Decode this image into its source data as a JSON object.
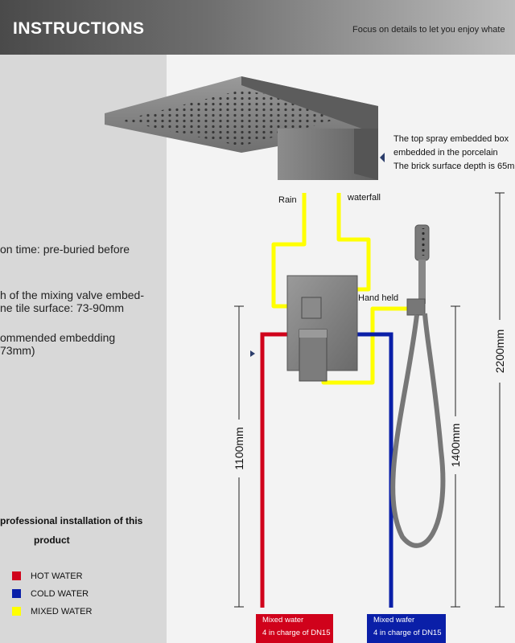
{
  "header": {
    "title": "INSTRUCTIONS",
    "tagline": "Focus on details to let you enjoy whate"
  },
  "left_notes": {
    "line1": "on time: pre-buried before",
    "line2a": "h of the mixing valve embed-",
    "line2b": "ne tile surface: 73-90mm",
    "line3a": "ommended embedding",
    "line3b": "73mm)",
    "install_a": "professional installation of this",
    "install_b": "product"
  },
  "legend": [
    {
      "label": "HOT WATER",
      "color": "#d0021b"
    },
    {
      "label": "COLD WATER",
      "color": "#0a1fa8"
    },
    {
      "label": "MIXED WATER",
      "color": "#ffff00"
    }
  ],
  "spray_note": {
    "line1": "The top spray embedded box",
    "line2": "embedded in the porcelain",
    "line3": "The brick surface depth is 65m"
  },
  "outlets": {
    "rain": "Rain",
    "waterfall": "waterfall",
    "hand_held": "Hand held"
  },
  "dimensions": {
    "d1100": "1100mm",
    "d1400": "1400mm",
    "d2200": "2200mm"
  },
  "tags": {
    "hot_line1": "Mixed water",
    "hot_line2": "4 in charge of DN15",
    "cold_line1": "Mixed wafer",
    "cold_line2": "4 in charge of DN15"
  },
  "colors": {
    "hot": "#d0021b",
    "cold": "#0a1fa8",
    "mixed": "#ffff00",
    "metal": "#7a7a7a"
  }
}
